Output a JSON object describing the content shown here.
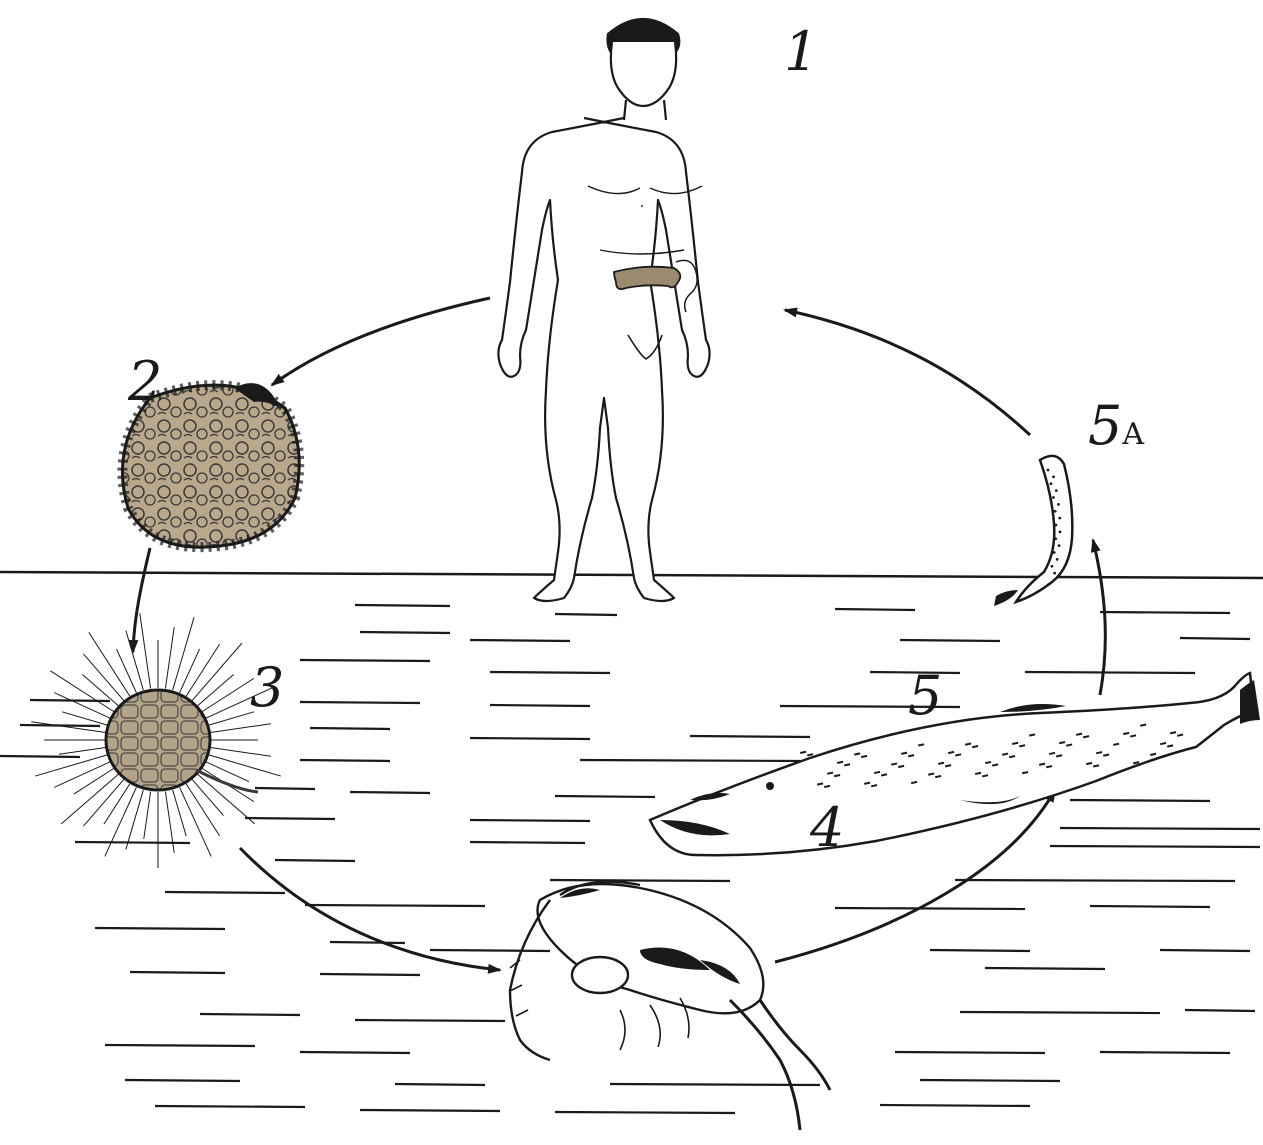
{
  "labels": {
    "stage_1": "1",
    "stage_2": "2",
    "stage_3": "3",
    "stage_4": "4",
    "stage_5": "5",
    "stage_5a_num": "5",
    "stage_5a_sub": "A"
  },
  "colors": {
    "ink": "#1a1a1a",
    "egg_fill": "#b9a88c",
    "coracidium_fill": "#b3a488",
    "intestine_fill": "#9c8a6e",
    "background": "#ffffff"
  }
}
